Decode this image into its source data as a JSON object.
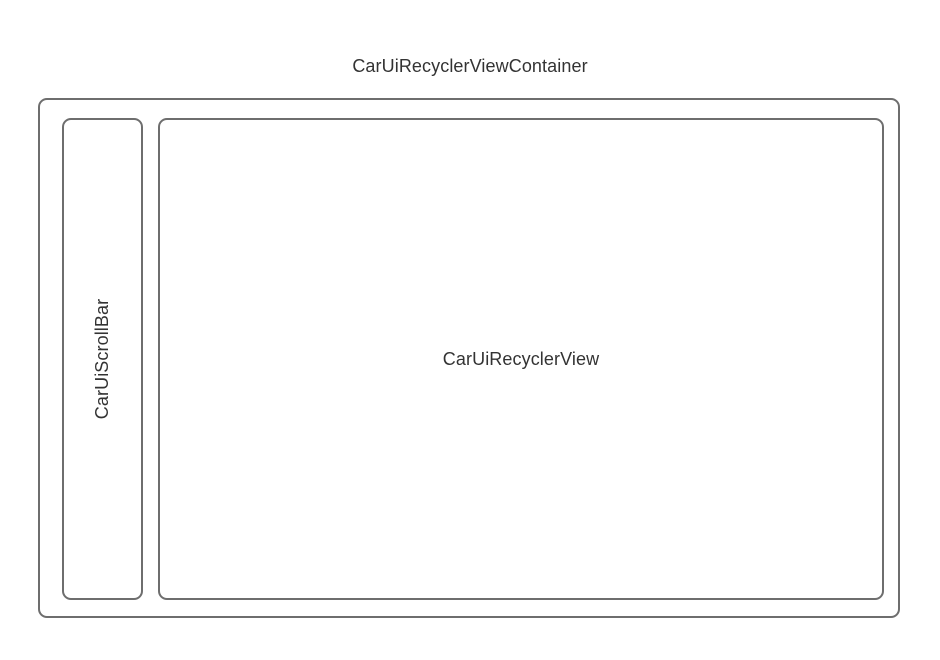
{
  "diagram": {
    "type": "nested-component-boxes",
    "title": "CarUiRecyclerViewContainer",
    "background_color": "#ffffff",
    "stroke_color": "#6e6e6e",
    "text_color": "#333333",
    "boxes": [
      {
        "id": "container",
        "label": "CarUiRecyclerViewContainer",
        "label_position": "above",
        "orientation": "horizontal"
      },
      {
        "id": "scrollbar",
        "label": "CarUiScrollBar",
        "label_position": "inside",
        "orientation": "vertical-rotated-ccw"
      },
      {
        "id": "recyclerview",
        "label": "CarUiRecyclerView",
        "label_position": "inside",
        "orientation": "horizontal"
      }
    ]
  }
}
